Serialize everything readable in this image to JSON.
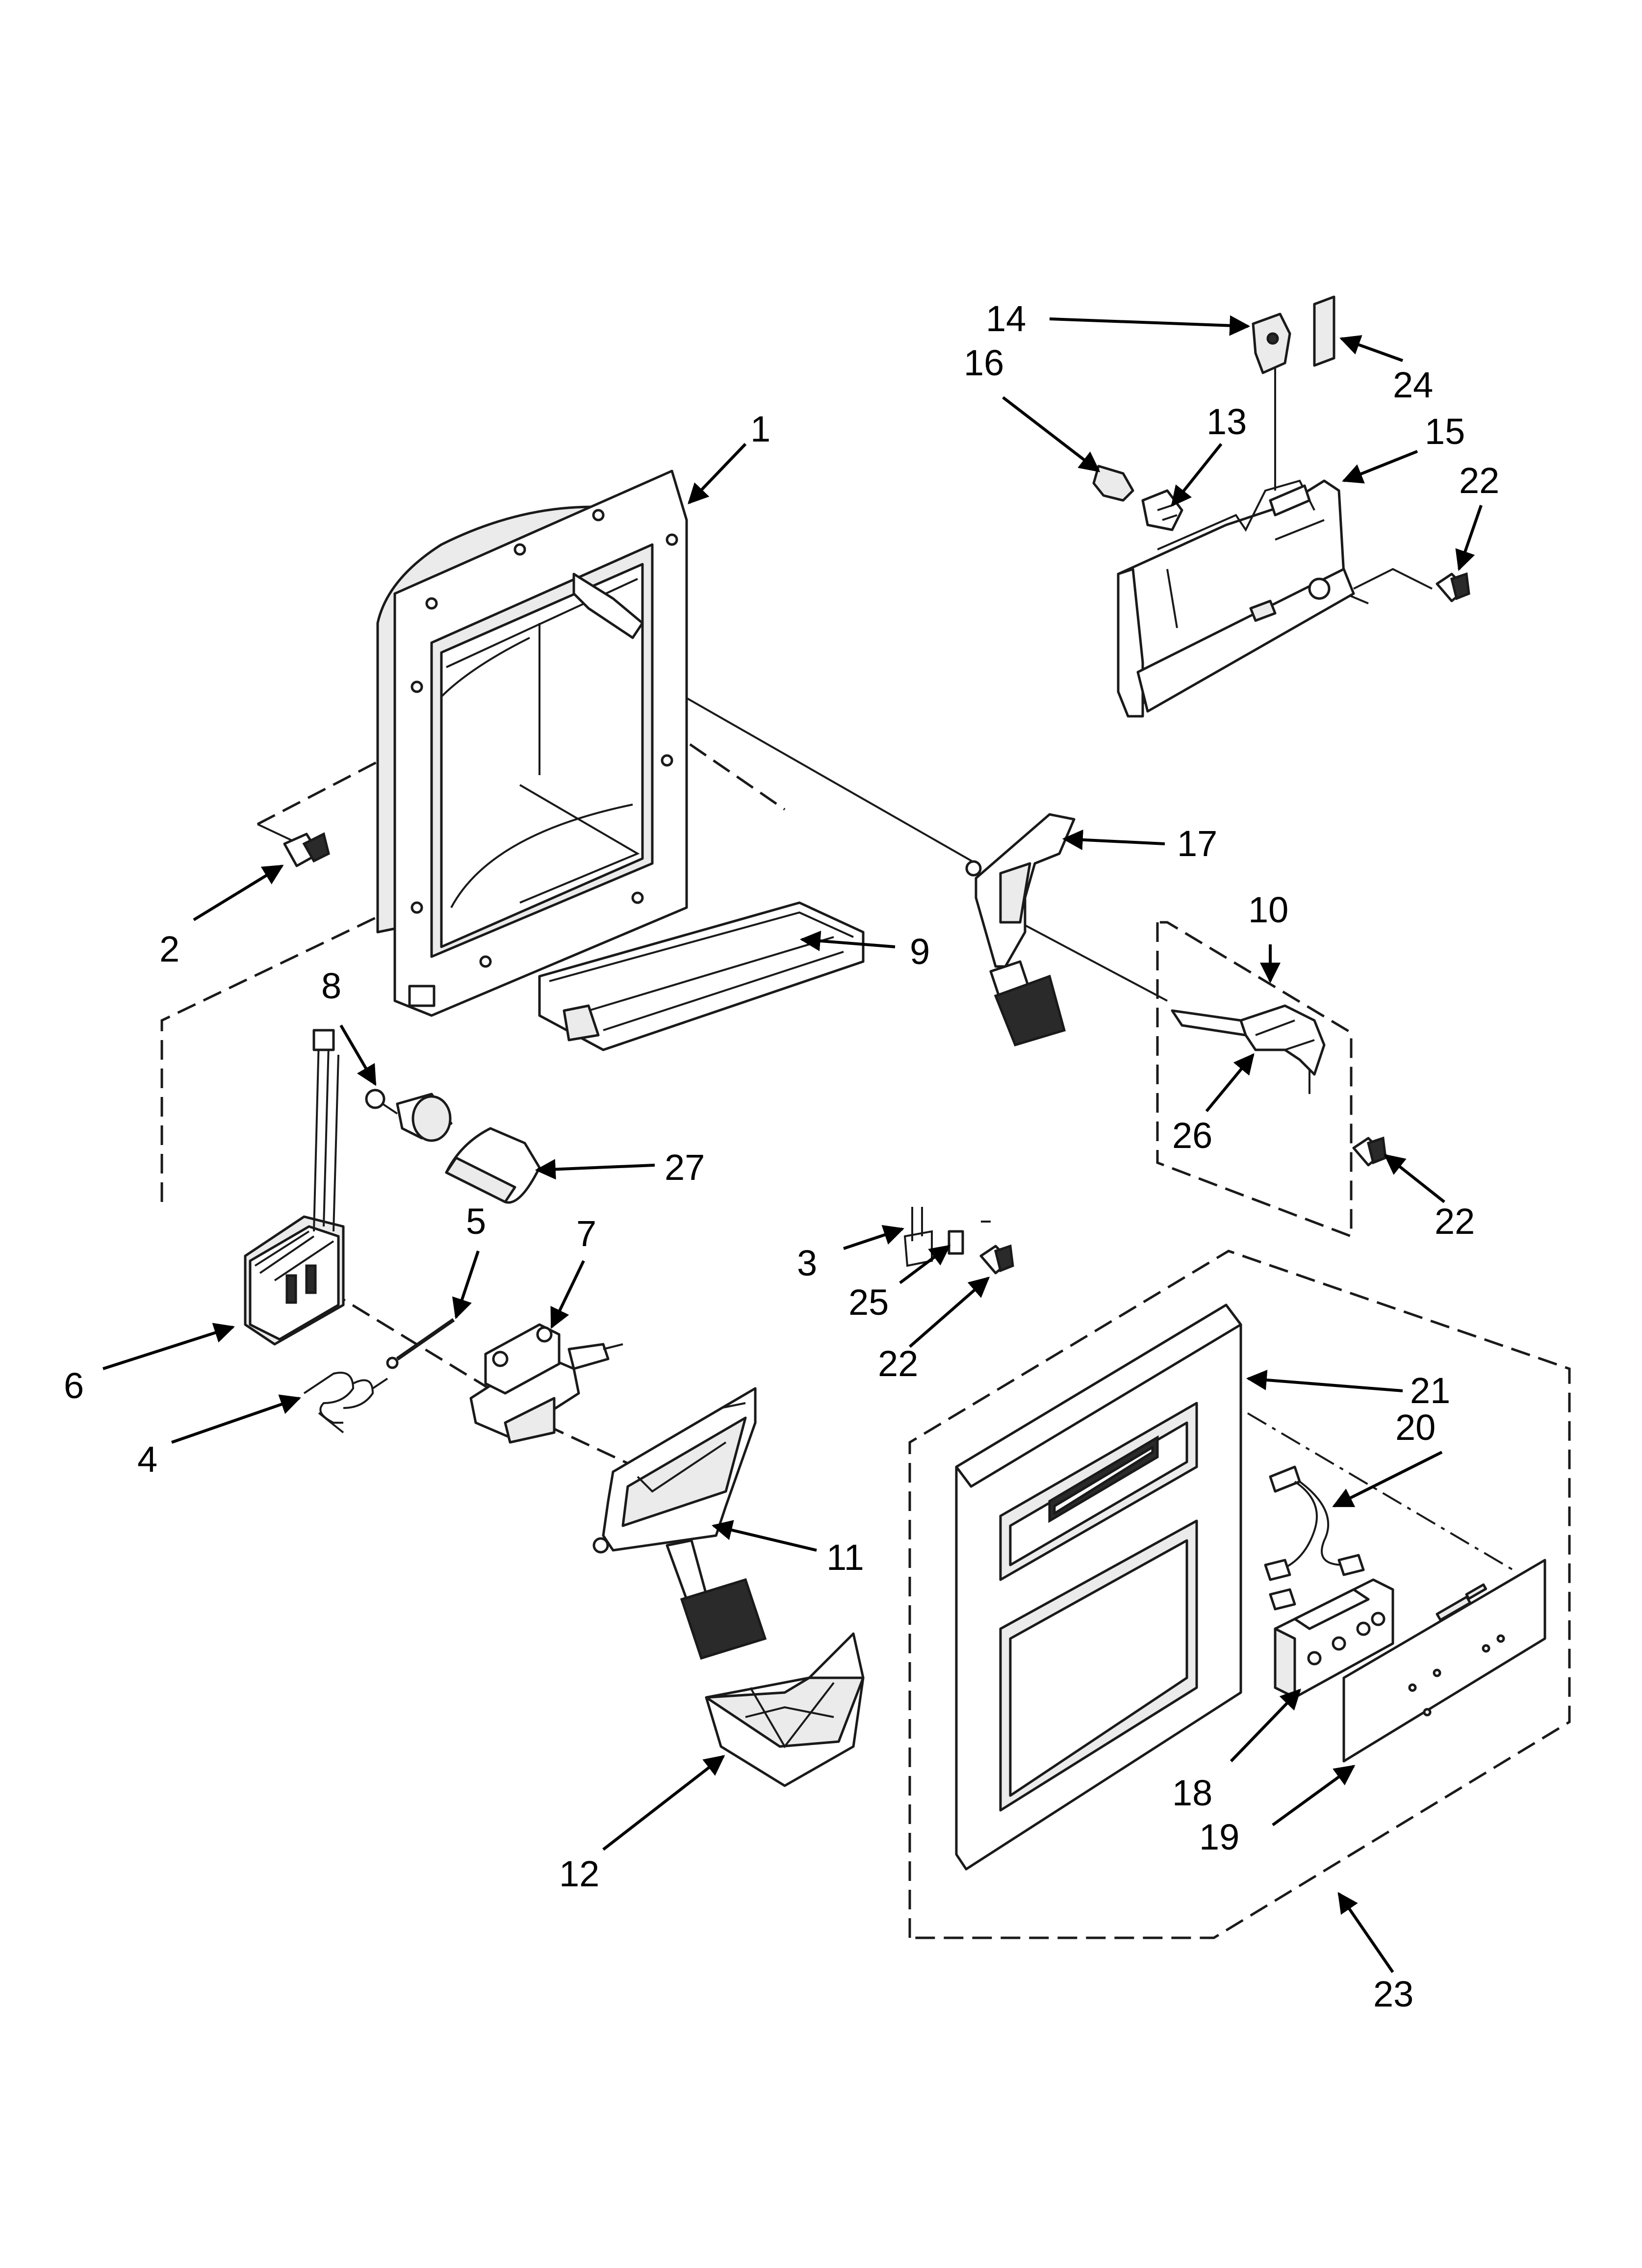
{
  "callouts": [
    {
      "id": "c1",
      "label": "1"
    },
    {
      "id": "c2",
      "label": "2"
    },
    {
      "id": "c3",
      "label": "3"
    },
    {
      "id": "c4",
      "label": "4"
    },
    {
      "id": "c5",
      "label": "5"
    },
    {
      "id": "c6",
      "label": "6"
    },
    {
      "id": "c7",
      "label": "7"
    },
    {
      "id": "c8",
      "label": "8"
    },
    {
      "id": "c9",
      "label": "9"
    },
    {
      "id": "c10",
      "label": "10"
    },
    {
      "id": "c11",
      "label": "11"
    },
    {
      "id": "c12",
      "label": "12"
    },
    {
      "id": "c13",
      "label": "13"
    },
    {
      "id": "c14",
      "label": "14"
    },
    {
      "id": "c15",
      "label": "15"
    },
    {
      "id": "c16",
      "label": "16"
    },
    {
      "id": "c17",
      "label": "17"
    },
    {
      "id": "c18",
      "label": "18"
    },
    {
      "id": "c19",
      "label": "19"
    },
    {
      "id": "c20",
      "label": "20"
    },
    {
      "id": "c21",
      "label": "21"
    },
    {
      "id": "c22a",
      "label": "22"
    },
    {
      "id": "c22b",
      "label": "22"
    },
    {
      "id": "c22c",
      "label": "22"
    },
    {
      "id": "c23",
      "label": "23"
    },
    {
      "id": "c24",
      "label": "24"
    },
    {
      "id": "c25",
      "label": "25"
    },
    {
      "id": "c26",
      "label": "26"
    },
    {
      "id": "c27",
      "label": "27"
    }
  ]
}
